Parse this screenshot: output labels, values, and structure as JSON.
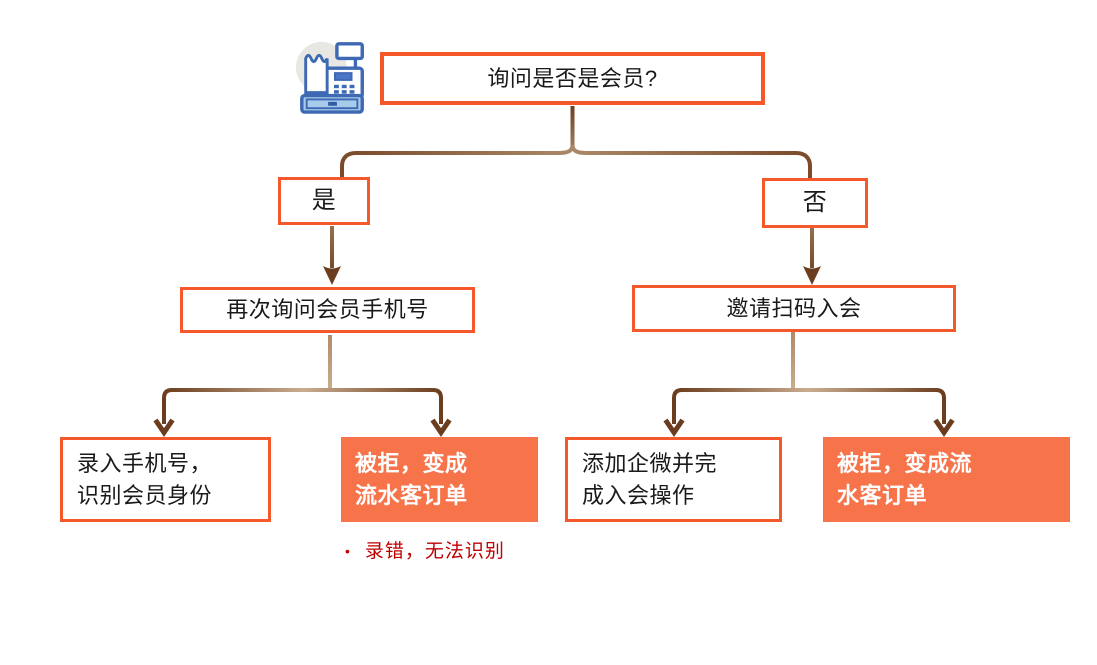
{
  "diagram": {
    "type": "flowchart",
    "colors": {
      "outline_orange": "#F4582B",
      "solid_orange": "#F7744B",
      "connector_dark_brown": "#6B3D1E",
      "connector_light_tan": "#C9AC8F",
      "note_red": "#BF0000",
      "icon_blue": "#3E69B3",
      "icon_fill_blue": "#A9CBEA",
      "text_black": "#1A1A1A",
      "text_white": "#FFFFFF"
    },
    "nodes": {
      "root": {
        "label": "询问是否是会员?"
      },
      "yes": {
        "label": "是"
      },
      "no": {
        "label": "否"
      },
      "ask_phone": {
        "label": "再次询问会员手机号"
      },
      "invite_scan": {
        "label": "邀请扫码入会"
      },
      "enter_phone": {
        "line1": "录入手机号，",
        "line2": "识别会员身份"
      },
      "rejected_left": {
        "line1": "被拒，变成",
        "line2": "流水客订单"
      },
      "add_wecom": {
        "line1": "添加企微并完",
        "line2": "成入会操作"
      },
      "rejected_right": {
        "line1": "被拒，变成流",
        "line2": "水客订单"
      }
    },
    "note": {
      "bullet": "•",
      "text": "录错，无法识别"
    },
    "icon": {
      "name": "cash-register-icon"
    }
  }
}
